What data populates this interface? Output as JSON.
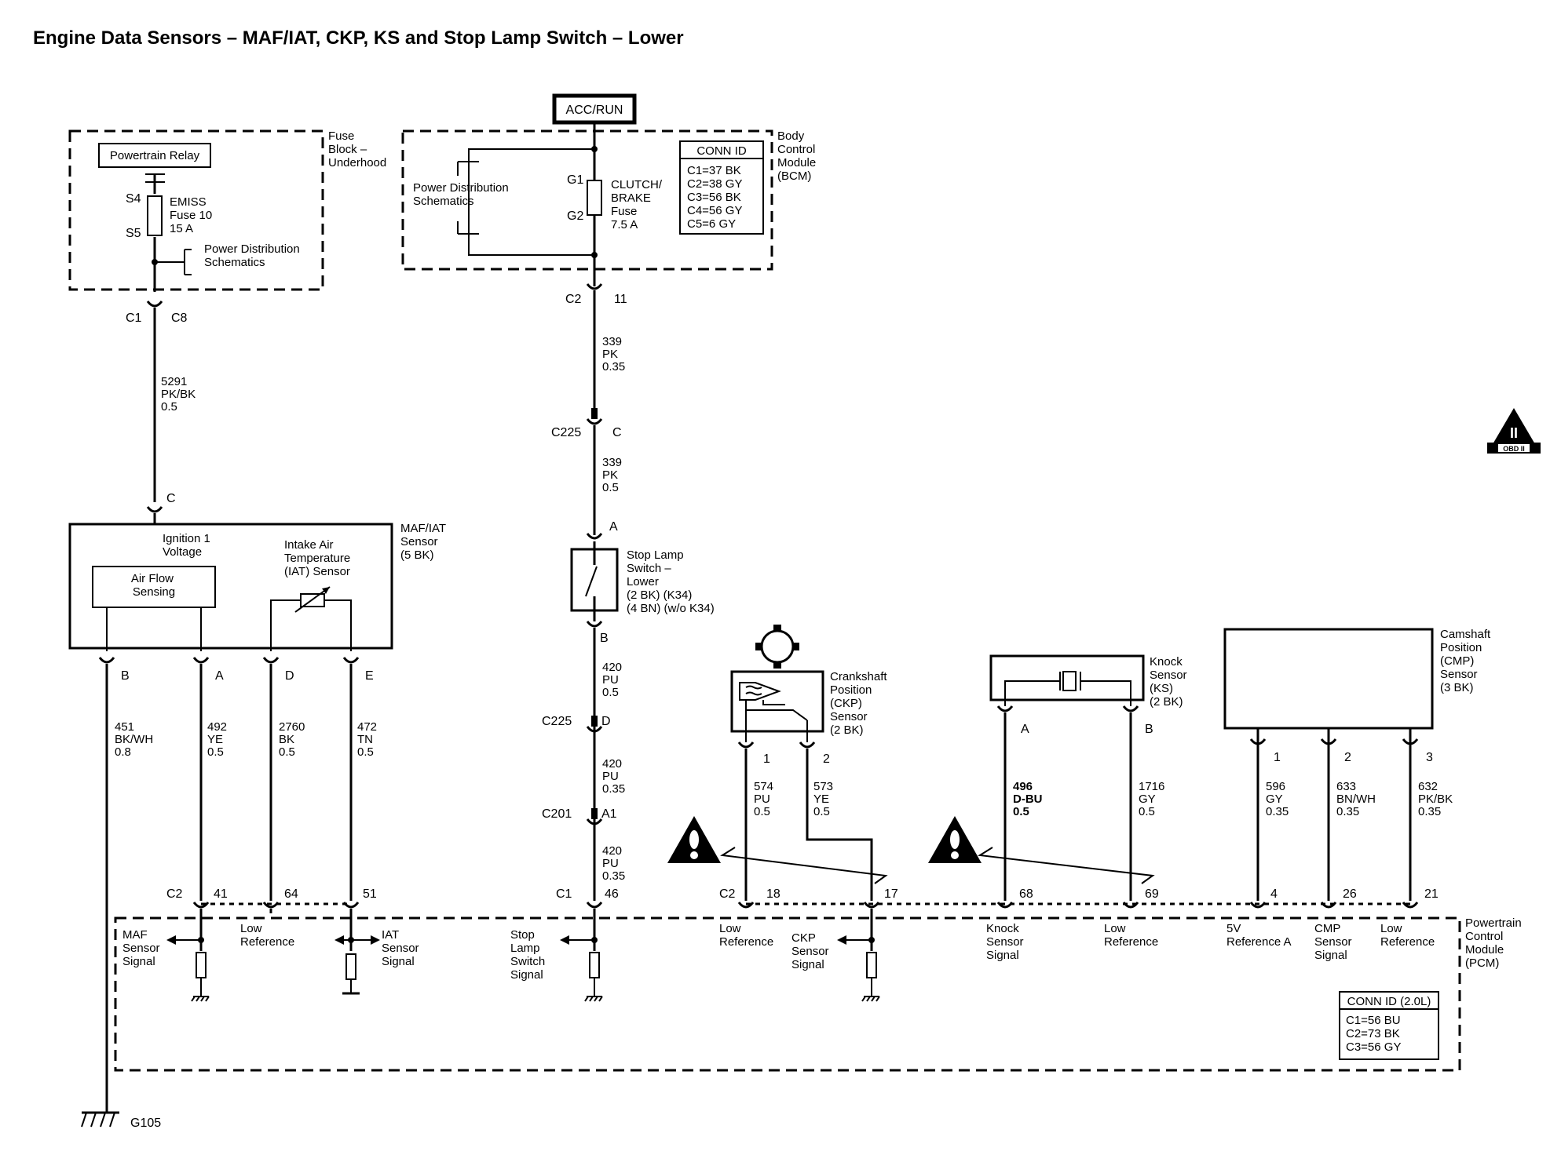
{
  "title": "Engine Data Sensors – MAF/IAT, CKP, KS and Stop Lamp Switch – Lower",
  "power_label": "ACC/RUN",
  "fuse_block": {
    "name": [
      "Fuse",
      "Block –",
      "Underhood"
    ],
    "relay": "Powertrain Relay",
    "pin_top": "S4",
    "pin_bottom": "S5",
    "fuse": [
      "EMISS",
      "Fuse 10",
      "15 A"
    ],
    "pds": [
      "Power Distribution",
      "Schematics"
    ]
  },
  "bcm": {
    "name": [
      "Body",
      "Control",
      "Module",
      "(BCM)"
    ],
    "pds": [
      "Power Distribution",
      "Schematics"
    ],
    "pin_top": "G1",
    "pin_bottom": "G2",
    "fuse": [
      "CLUTCH/",
      "BRAKE",
      "Fuse",
      "7.5 A"
    ],
    "conn_id_title": "CONN ID",
    "conn_id": [
      "C1=37 BK",
      "C2=38 GY",
      "C3=56 BK",
      "C4=56 GY",
      "C5=6 GY"
    ]
  },
  "maf": {
    "name": [
      "MAF/IAT",
      "Sensor",
      "(5 BK)"
    ],
    "ign": [
      "Ignition 1",
      "Voltage"
    ],
    "air_flow": [
      "Air Flow",
      "Sensing"
    ],
    "iat": [
      "Intake Air",
      "Temperature",
      "(IAT) Sensor"
    ],
    "pins": [
      "B",
      "A",
      "D",
      "E"
    ]
  },
  "stop_lamp": {
    "name": [
      "Stop Lamp",
      "Switch –",
      "Lower",
      "(2 BK) (K34)",
      "(4 BN) (w/o K34)"
    ],
    "pin_top": "A",
    "pin_bottom": "B"
  },
  "ckp": {
    "name": [
      "Crankshaft",
      "Position",
      "(CKP)",
      "Sensor",
      "(2 BK)"
    ],
    "pins": [
      "1",
      "2"
    ]
  },
  "ks": {
    "name": [
      "Knock",
      "Sensor",
      "(KS)",
      "(2 BK)"
    ],
    "pins": [
      "A",
      "B"
    ]
  },
  "cmp": {
    "name": [
      "Camshaft",
      "Position",
      "(CMP)",
      "Sensor",
      "(3 BK)"
    ],
    "pins": [
      "1",
      "2",
      "3"
    ]
  },
  "connectors": {
    "c1_fuse": "C1",
    "c8_fuse": "C8",
    "c_maf": "C",
    "c2_bcm": "C2",
    "pin11": "11",
    "c225_a": "C225",
    "c225_c": "C",
    "c225_b": "C225",
    "c225_d": "D",
    "c201": "C201",
    "c201_a1": "A1"
  },
  "wires": {
    "w5291": [
      "5291",
      "PK/BK",
      "0.5"
    ],
    "w339a": [
      "339",
      "PK",
      "0.35"
    ],
    "w339b": [
      "339",
      "PK",
      "0.5"
    ],
    "w420a": [
      "420",
      "PU",
      "0.5"
    ],
    "w420b": [
      "420",
      "PU",
      "0.35"
    ],
    "w420c": [
      "420",
      "PU",
      "0.35"
    ],
    "w451": [
      "451",
      "BK/WH",
      "0.8"
    ],
    "w492": [
      "492",
      "YE",
      "0.5"
    ],
    "w2760": [
      "2760",
      "BK",
      "0.5"
    ],
    "w472": [
      "472",
      "TN",
      "0.5"
    ],
    "w574": [
      "574",
      "PU",
      "0.5"
    ],
    "w573": [
      "573",
      "YE",
      "0.5"
    ],
    "w496": [
      "496",
      "D-BU",
      "0.5"
    ],
    "w1716": [
      "1716",
      "GY",
      "0.5"
    ],
    "w596": [
      "596",
      "GY",
      "0.35"
    ],
    "w633": [
      "633",
      "BN/WH",
      "0.35"
    ],
    "w632": [
      "632",
      "PK/BK",
      "0.35"
    ]
  },
  "pcm": {
    "name": [
      "Powertrain",
      "Control",
      "Module",
      "(PCM)"
    ],
    "conn_labels": [
      "C2",
      "C1",
      "C2"
    ],
    "pins": [
      "41",
      "64",
      "51",
      "46",
      "18",
      "17",
      "68",
      "69",
      "4",
      "26",
      "21"
    ],
    "signals": {
      "maf": [
        "MAF",
        "Sensor",
        "Signal"
      ],
      "low_ref1": [
        "Low",
        "Reference"
      ],
      "iat": [
        "IAT",
        "Sensor",
        "Signal"
      ],
      "stop": [
        "Stop",
        "Lamp",
        "Switch",
        "Signal"
      ],
      "low_ref2": [
        "Low",
        "Reference"
      ],
      "ckp": [
        "CKP",
        "Sensor",
        "Signal"
      ],
      "knock": [
        "Knock",
        "Sensor",
        "Signal"
      ],
      "low_ref3": [
        "Low",
        "Reference"
      ],
      "ref5v": [
        "5V",
        "Reference A"
      ],
      "cmp": [
        "CMP",
        "Sensor",
        "Signal"
      ],
      "low_ref4": [
        "Low",
        "Reference"
      ]
    },
    "conn_id_title": "CONN ID (2.0L)",
    "conn_id": [
      "C1=56 BU",
      "C2=73 BK",
      "C3=56 GY"
    ]
  },
  "ground": "G105",
  "obd_badge": {
    "numeral": "II",
    "text": "OBD II"
  }
}
